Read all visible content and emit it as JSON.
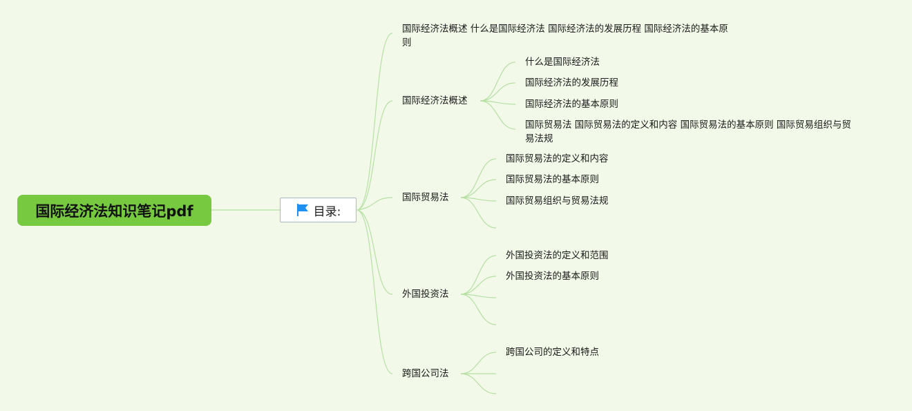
{
  "root": {
    "label": "国际经济法知识笔记pdf"
  },
  "hub": {
    "label": "目录:",
    "icon": "flag-icon",
    "flag_color": "#1f8ff0"
  },
  "colors": {
    "background": "#f2f9e9",
    "root": "#77c93f",
    "connector": "#b5e0a2",
    "hub_border": "#a9b9c4"
  },
  "branches": {
    "summary_line": {
      "line1": "国际经济法概述 什么是国际经济法 国际经济法的发展历程 国际经济法的基本原",
      "line2": "则"
    },
    "overview": {
      "label": "国际经济法概述",
      "children": [
        "什么是国际经济法",
        "国际经济法的发展历程",
        "国际经济法的基本原则"
      ],
      "trade_summary": {
        "line1": "国际贸易法 国际贸易法的定义和内容 国际贸易法的基本原则 国际贸易组织与贸",
        "line2": "易法规"
      }
    },
    "trade": {
      "label": "国际贸易法",
      "children": [
        "国际贸易法的定义和内容",
        "国际贸易法的基本原则",
        "国际贸易组织与贸易法规"
      ]
    },
    "investment": {
      "label": "外国投资法",
      "children": [
        "外国投资法的定义和范围",
        "外国投资法的基本原则"
      ]
    },
    "company": {
      "label": "跨国公司法",
      "children": [
        "跨国公司的定义和特点"
      ]
    }
  }
}
